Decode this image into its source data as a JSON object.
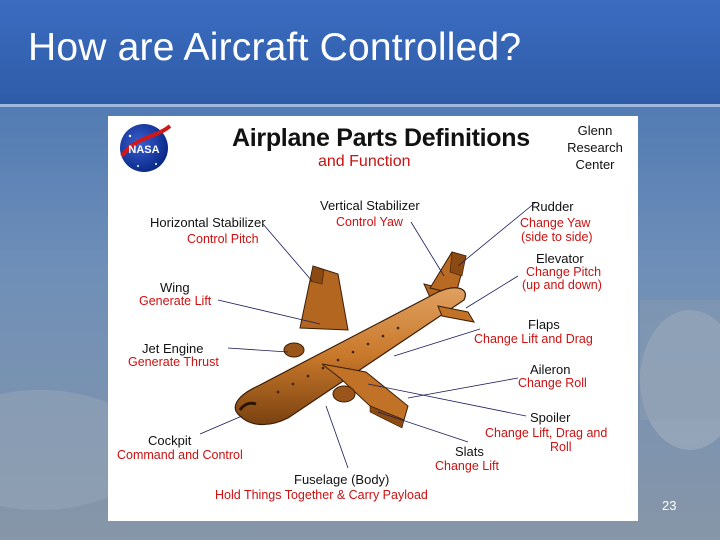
{
  "slide": {
    "title": "How are Aircraft Controlled?",
    "page_number": "23"
  },
  "figure": {
    "title": "Airplane Parts Definitions",
    "subtitle": "and Function",
    "org_line1": "Glenn",
    "org_line2": "Research",
    "org_line3": "Center",
    "logo_text": "NASA",
    "parts": {
      "horizontal_stabilizer": {
        "name": "Horizontal Stabilizer",
        "function": "Control Pitch"
      },
      "vertical_stabilizer": {
        "name": "Vertical Stabilizer",
        "function": "Control Yaw"
      },
      "rudder": {
        "name": "Rudder",
        "function1": "Change Yaw",
        "function2": "(side to side)"
      },
      "elevator": {
        "name": "Elevator",
        "function1": "Change Pitch",
        "function2": "(up and down)"
      },
      "wing": {
        "name": "Wing",
        "function": "Generate Lift"
      },
      "flaps": {
        "name": "Flaps",
        "function": "Change Lift and Drag"
      },
      "jet_engine": {
        "name": "Jet Engine",
        "function": "Generate Thrust"
      },
      "aileron": {
        "name": "Aileron",
        "function": "Change Roll"
      },
      "spoiler": {
        "name": "Spoiler",
        "function1": "Change Lift, Drag and",
        "function2": "Roll"
      },
      "cockpit": {
        "name": "Cockpit",
        "function": "Command and Control"
      },
      "slats": {
        "name": "Slats",
        "function": "Change Lift"
      },
      "fuselage": {
        "name": "Fuselage (Body)",
        "function": "Hold Things Together & Carry Payload"
      }
    }
  },
  "colors": {
    "background": "#5a82b8",
    "label_red": "#cc1111",
    "aircraft": "#c8782a"
  }
}
